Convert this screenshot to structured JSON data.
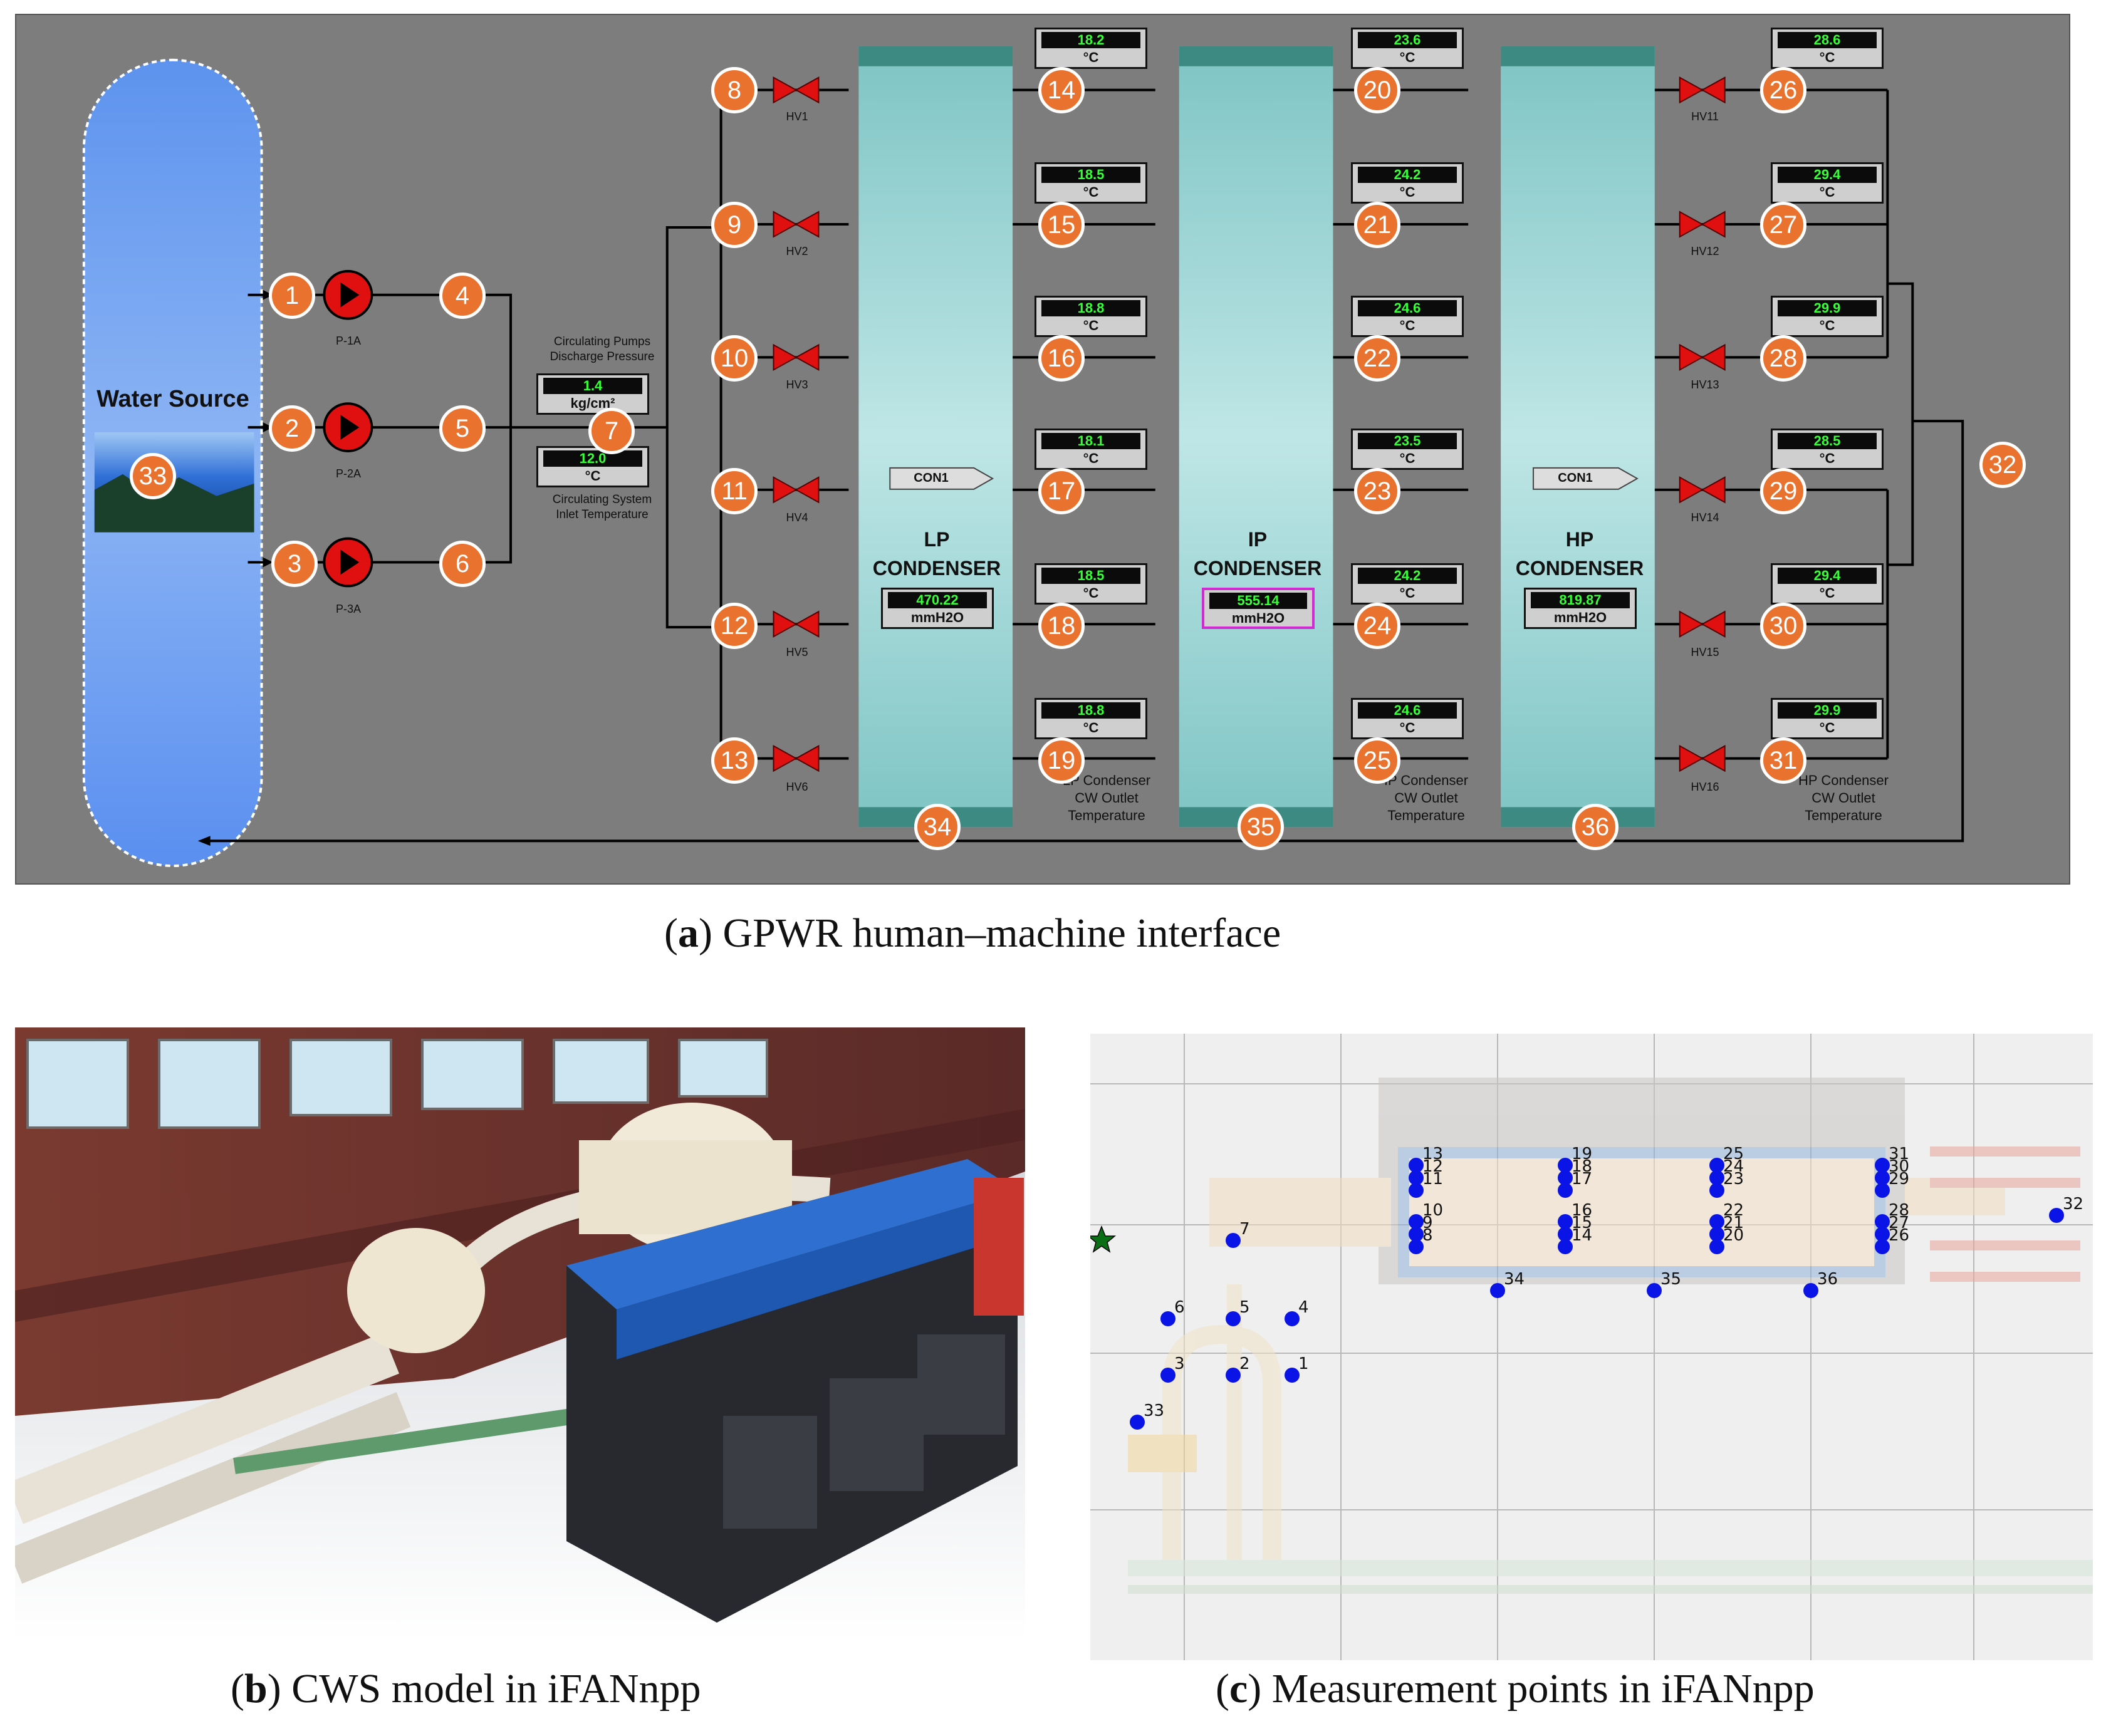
{
  "hmi": {
    "water_source_label": "Water Source",
    "pumps": [
      "P-1A",
      "P-2A",
      "P-3A"
    ],
    "valves_left": [
      "HV1",
      "HV2",
      "HV3",
      "HV4",
      "HV5",
      "HV6"
    ],
    "valves_right": [
      "HV11",
      "HV12",
      "HV13",
      "HV14",
      "HV15",
      "HV16"
    ],
    "discharge_pressure_label": "Circulating Pumps\nDischarge Pressure",
    "discharge_pressure_value": "1.4",
    "discharge_pressure_unit": "kg/cm²",
    "inlet_temp_value": "12.0",
    "inlet_temp_unit": "°C",
    "inlet_temp_label": "Circulating System\nInlet Temperature",
    "condensers": [
      {
        "name": "LP\nCONDENSER",
        "value": "470.22",
        "unit": "mmH2O",
        "tag": "CON1"
      },
      {
        "name": "IP\nCONDENSER",
        "value": "555.14",
        "unit": "mmH2O",
        "tag": ""
      },
      {
        "name": "HP\nCONDENSER",
        "value": "819.87",
        "unit": "mmH2O",
        "tag": "CON1"
      }
    ],
    "temp_columns": [
      {
        "values": [
          "18.2",
          "18.5",
          "18.8",
          "18.1",
          "18.5",
          "18.8"
        ],
        "unit": "°C",
        "label": "LP Condenser\nCW Outlet\nTemperature"
      },
      {
        "values": [
          "23.6",
          "24.2",
          "24.6",
          "23.5",
          "24.2",
          "24.6"
        ],
        "unit": "°C",
        "label": "IP Condenser\nCW Outlet\nTemperature"
      },
      {
        "values": [
          "28.6",
          "29.4",
          "29.9",
          "28.5",
          "29.4",
          "29.9"
        ],
        "unit": "°C",
        "label": "HP Condenser\nCW Outlet\nTemperature"
      }
    ],
    "badges": [
      "1",
      "2",
      "3",
      "4",
      "5",
      "6",
      "7",
      "8",
      "9",
      "10",
      "11",
      "12",
      "13",
      "14",
      "15",
      "16",
      "17",
      "18",
      "19",
      "20",
      "21",
      "22",
      "23",
      "24",
      "25",
      "26",
      "27",
      "28",
      "29",
      "30",
      "31",
      "32",
      "33",
      "34",
      "35",
      "36"
    ]
  },
  "captions": {
    "a_letter": "a",
    "a_text": " GPWR human–machine interface",
    "b_letter": "b",
    "b_text": " CWS model in iFANnpp",
    "c_letter": "c",
    "c_text": " Measurement points in iFANnpp"
  },
  "measurement_points": {
    "labels": [
      "1",
      "2",
      "3",
      "4",
      "5",
      "6",
      "7",
      "8",
      "9",
      "10",
      "11",
      "12",
      "13",
      "14",
      "15",
      "16",
      "17",
      "18",
      "19",
      "20",
      "21",
      "22",
      "23",
      "24",
      "25",
      "26",
      "27",
      "28",
      "29",
      "30",
      "31",
      "32",
      "33",
      "34",
      "35",
      "36"
    ],
    "point_color": "#0a14e6",
    "star_color": "#0a6e14"
  },
  "colors": {
    "badge": "#e9722e",
    "panel": "#7d7d7d",
    "condenser": "#8ecfcf",
    "valve": "#e01010",
    "display_text": "#37ff37"
  }
}
